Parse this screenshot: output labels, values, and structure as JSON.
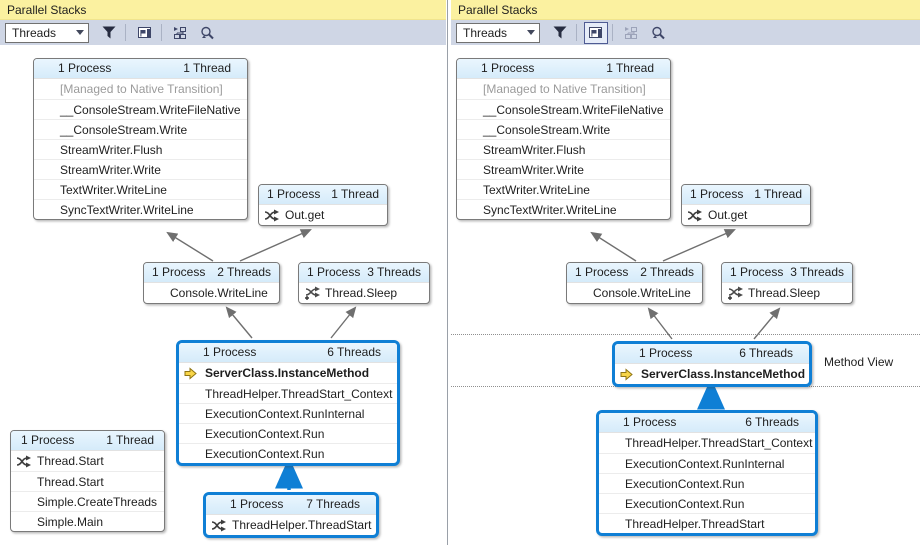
{
  "colors": {
    "title_bg": "#fbf1a0",
    "toolbar_bg": "#cfd6e5",
    "box_header_bg": "#d5ebfa",
    "highlight_blue": "#0f7fd5",
    "arrow_gray": "#6f6f6f",
    "current_frame_yellow": "#f8d548",
    "dim_text": "#9b9b9b"
  },
  "icons": {
    "combo_caret": "chevron-down-icon",
    "filter": "filter-funnel-icon",
    "method_view": "method-view-icon",
    "autoscroll": "autoscroll-icon",
    "zoom": "zoom-search-icon",
    "threads": "threads-icon",
    "sleeping_threads": "sleeping-threads-icon",
    "current_frame": "current-frame-icon"
  },
  "left": {
    "title": "Parallel Stacks",
    "toolbar": {
      "view_selector": "Threads"
    },
    "boxes": {
      "writeline_stack": {
        "header_left": "1 Process",
        "header_right": "1 Thread",
        "rows": [
          {
            "text": "[Managed to Native Transition]"
          },
          {
            "text": "__ConsoleStream.WriteFileNative"
          },
          {
            "text": "__ConsoleStream.Write"
          },
          {
            "text": "StreamWriter.Flush"
          },
          {
            "text": "StreamWriter.Write"
          },
          {
            "text": "TextWriter.WriteLine"
          },
          {
            "text": "SyncTextWriter.WriteLine"
          }
        ]
      },
      "out_get": {
        "header_left": "1 Process",
        "header_right": "1 Thread",
        "rows": [
          {
            "text": "Out.get",
            "icon": "threads-icon"
          }
        ]
      },
      "console_writeline": {
        "header_left": "1 Process",
        "header_right": "2 Threads",
        "rows": [
          {
            "text": "Console.WriteLine"
          }
        ]
      },
      "thread_sleep": {
        "header_left": "1 Process",
        "header_right": "3 Threads",
        "rows": [
          {
            "text": "Thread.Sleep",
            "icon": "sleeping-threads-icon"
          }
        ]
      },
      "server_class": {
        "header_left": "1 Process",
        "header_right": "6 Threads",
        "rows": [
          {
            "text": "ServerClass.InstanceMethod",
            "icon": "current-frame-icon",
            "bold": true
          },
          {
            "text": "ThreadHelper.ThreadStart_Context"
          },
          {
            "text": "ExecutionContext.RunInternal"
          },
          {
            "text": "ExecutionContext.Run"
          },
          {
            "text": "ExecutionContext.Run"
          }
        ]
      },
      "main_stack": {
        "header_left": "1 Process",
        "header_right": "1 Thread",
        "rows": [
          {
            "text": "Thread.Start",
            "icon": "threads-icon"
          },
          {
            "text": "Thread.Start"
          },
          {
            "text": "Simple.CreateThreads"
          },
          {
            "text": "Simple.Main"
          }
        ]
      },
      "thread_start": {
        "header_left": "1 Process",
        "header_right": "7 Threads",
        "rows": [
          {
            "text": "ThreadHelper.ThreadStart",
            "icon": "threads-icon"
          }
        ]
      }
    }
  },
  "right": {
    "title": "Parallel Stacks",
    "toolbar": {
      "view_selector": "Threads"
    },
    "annotation": "Method View",
    "boxes": {
      "writeline_stack": {
        "header_left": "1 Process",
        "header_right": "1 Thread",
        "rows": [
          {
            "text": "[Managed to Native Transition]"
          },
          {
            "text": "__ConsoleStream.WriteFileNative"
          },
          {
            "text": "__ConsoleStream.Write"
          },
          {
            "text": "StreamWriter.Flush"
          },
          {
            "text": "StreamWriter.Write"
          },
          {
            "text": "TextWriter.WriteLine"
          },
          {
            "text": "SyncTextWriter.WriteLine"
          }
        ]
      },
      "out_get": {
        "header_left": "1 Process",
        "header_right": "1 Thread",
        "rows": [
          {
            "text": "Out.get",
            "icon": "threads-icon"
          }
        ]
      },
      "console_writeline": {
        "header_left": "1 Process",
        "header_right": "2 Threads",
        "rows": [
          {
            "text": "Console.WriteLine"
          }
        ]
      },
      "thread_sleep": {
        "header_left": "1 Process",
        "header_right": "3 Threads",
        "rows": [
          {
            "text": "Thread.Sleep",
            "icon": "sleeping-threads-icon"
          }
        ]
      },
      "method_view": {
        "header_left": "1 Process",
        "header_right": "6 Threads",
        "rows": [
          {
            "text": "ServerClass.InstanceMethod",
            "icon": "current-frame-icon",
            "bold": true
          }
        ]
      },
      "instance_stack": {
        "header_left": "1 Process",
        "header_right": "6 Threads",
        "rows": [
          {
            "text": "ThreadHelper.ThreadStart_Context"
          },
          {
            "text": "ExecutionContext.RunInternal"
          },
          {
            "text": "ExecutionContext.Run"
          },
          {
            "text": "ExecutionContext.Run"
          },
          {
            "text": "ThreadHelper.ThreadStart"
          }
        ]
      }
    }
  }
}
